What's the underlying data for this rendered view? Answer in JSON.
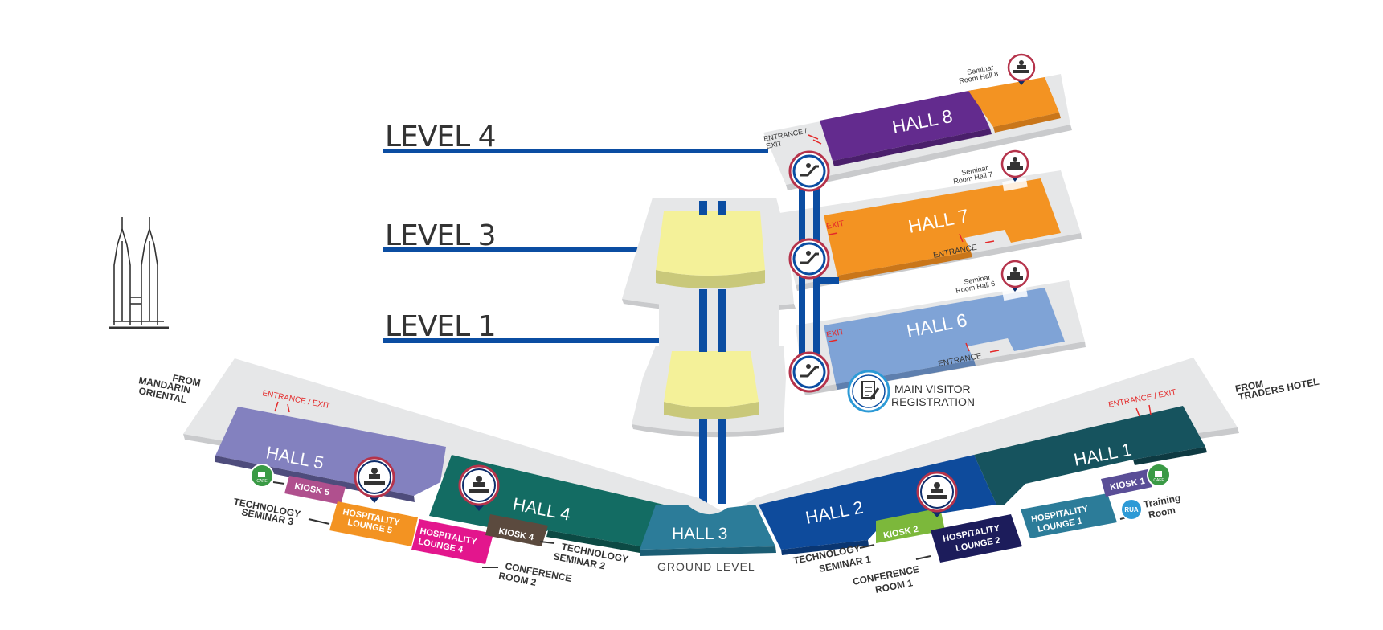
{
  "levels": {
    "level4": "LEVEL 4",
    "level3": "LEVEL 3",
    "level1": "LEVEL 1",
    "ground": "GROUND LEVEL"
  },
  "halls": {
    "hall8": "HALL 8",
    "hall7": "HALL 7",
    "hall6": "HALL 6",
    "hall5": "HALL 5",
    "hall4": "HALL 4",
    "hall3": "HALL 3",
    "hall2": "HALL 2",
    "hall1": "HALL 1"
  },
  "upper": {
    "entrance_exit_l1": "ENTRANCE /",
    "entrance_exit_l2": "EXIT",
    "seminar8_l1": "Seminar",
    "seminar8_l2": "Room Hall 8",
    "seminar7_l1": "Seminar",
    "seminar7_l2": "Room Hall 7",
    "seminar6_l1": "Seminar",
    "seminar6_l2": "Room Hall 6",
    "exit7": "EXIT",
    "entrance7": "ENTRANCE",
    "exit6": "EXIT",
    "entrance6": "ENTRANCE"
  },
  "registration": {
    "line1": "MAIN VISITOR",
    "line2": "REGISTRATION"
  },
  "ground": {
    "from_left_l1": "FROM",
    "from_left_l2": "MANDARIN",
    "from_left_l3": "ORIENTAL",
    "from_right_l1": "FROM",
    "from_right_l2": "TRADERS HOTEL",
    "entrance_left": "ENTRANCE / EXIT",
    "entrance_right": "ENTRANCE / EXIT",
    "kiosk5": "KIOSK 5",
    "kiosk4": "KIOSK 4",
    "kiosk2": "KIOSK 2",
    "kiosk1": "KIOSK 1",
    "hosp5_l1": "HOSPITALITY",
    "hosp5_l2": "LOUNGE 5",
    "hosp4_l1": "HOSPITALITY",
    "hosp4_l2": "LOUNGE 4",
    "hosp2_l1": "HOSPITALITY",
    "hosp2_l2": "LOUNGE 2",
    "hosp1_l1": "HOSPITALITY",
    "hosp1_l2": "LOUNGE 1",
    "tech3_l1": "TECHNOLOGY",
    "tech3_l2": "SEMINAR 3",
    "tech2_l1": "TECHNOLOGY",
    "tech2_l2": "SEMINAR 2",
    "tech1_l1": "TECHNOLOGY",
    "tech1_l2": "SEMINAR 1",
    "conf2_l1": "CONFERENCE",
    "conf2_l2": "ROOM 2",
    "conf1_l1": "CONFERENCE",
    "conf1_l2": "ROOM 1",
    "training_l1": "Training",
    "training_l2": "Room",
    "cafe": "CAFE",
    "rua": "RUA"
  },
  "colors": {
    "hall8": "#632b8e",
    "orange": "#f39322",
    "hall6": "#7fa3d6",
    "hall5": "#8381bf",
    "hall4": "#136c63",
    "hall3": "#2c7c99",
    "hall2": "#0e4b9c",
    "hall1": "#16535e",
    "navy": "#0b4da2",
    "concourse": "#e6e7e8"
  }
}
